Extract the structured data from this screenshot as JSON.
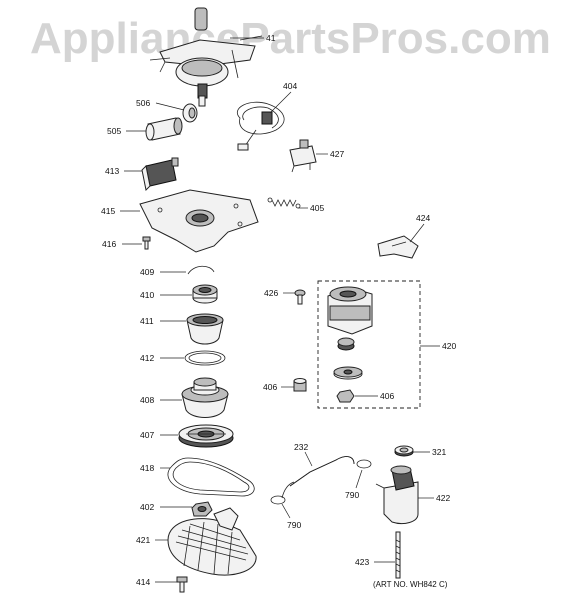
{
  "watermark": "AppliancePartsPros.com",
  "art_number": "(ART NO. WH842 C)",
  "callouts": {
    "c41": "41",
    "c404": "404",
    "c506": "506",
    "c505": "505",
    "c427": "427",
    "c413": "413",
    "c415": "415",
    "c405": "405",
    "c424": "424",
    "c416": "416",
    "c409": "409",
    "c426": "426",
    "c410": "410",
    "c411": "411",
    "c420": "420",
    "c412": "412",
    "c406a": "406",
    "c406b": "406",
    "c408": "408",
    "c407": "407",
    "c232": "232",
    "c321": "321",
    "c418": "418",
    "c790a": "790",
    "c790b": "790",
    "c422": "422",
    "c402": "402",
    "c421": "421",
    "c423": "423",
    "c414": "414"
  }
}
